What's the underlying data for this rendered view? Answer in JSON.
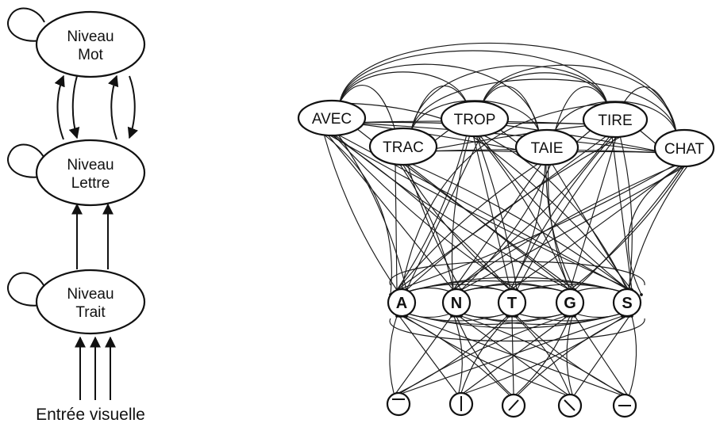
{
  "left_diagram": {
    "levels": [
      {
        "id": "mot",
        "line1": "Niveau",
        "line2": "Mot"
      },
      {
        "id": "lettre",
        "line1": "Niveau",
        "line2": "Lettre"
      },
      {
        "id": "trait",
        "line1": "Niveau",
        "line2": "Trait"
      }
    ],
    "caption": "Entrée visuelle"
  },
  "right_network": {
    "words": [
      "AVEC",
      "TRAC",
      "TROP",
      "TAIE",
      "TIRE",
      "CHAT"
    ],
    "letters": [
      "A",
      "N",
      "T",
      "G",
      "S"
    ],
    "feature_icons": [
      "horizontal-stroke-icon",
      "vertical-stroke-icon",
      "forward-diagonal-stroke-icon",
      "backward-diagonal-stroke-icon",
      "horizontal-stroke-icon"
    ]
  }
}
